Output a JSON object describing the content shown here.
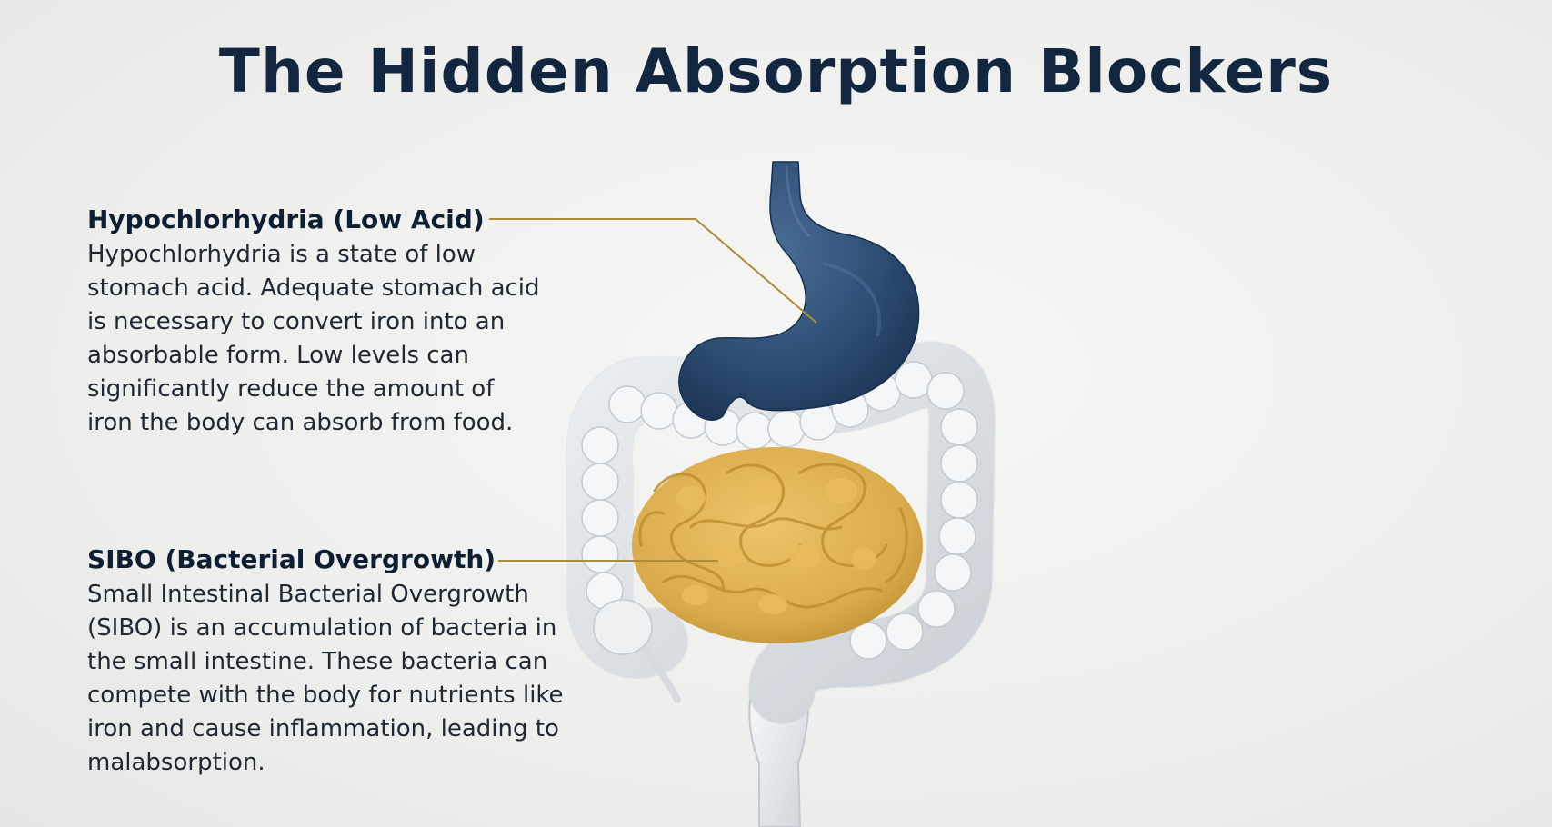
{
  "title": "The Hidden Absorption Blockers",
  "sections": [
    {
      "heading": "Hypochlorhydria (Low Acid)",
      "body": "Hypochlorhydria is a state of low stomach acid. Adequate stomach acid is necessary to convert iron into an absorbable form. Low levels can significantly reduce the amount of iron the body can absorb from food."
    },
    {
      "heading": "SIBO (Bacterial Overgrowth)",
      "body": "Small Intestinal Bacterial Overgrowth (SIBO) is an accumulation of bacteria in the small intestine. These bacteria can compete with the body for nutrients like iron and cause inflammation, leading to malabsorption."
    }
  ],
  "colors": {
    "stomach": "#2d4d73",
    "small_intestine": "#d9ab4c",
    "large_intestine": "#e9ecef",
    "leader_line": "#b08a3e",
    "title": "#13263f"
  },
  "icons": {
    "stomach": "stomach-illustration",
    "small_intestine": "small-intestine-illustration",
    "large_intestine": "large-intestine-illustration"
  }
}
